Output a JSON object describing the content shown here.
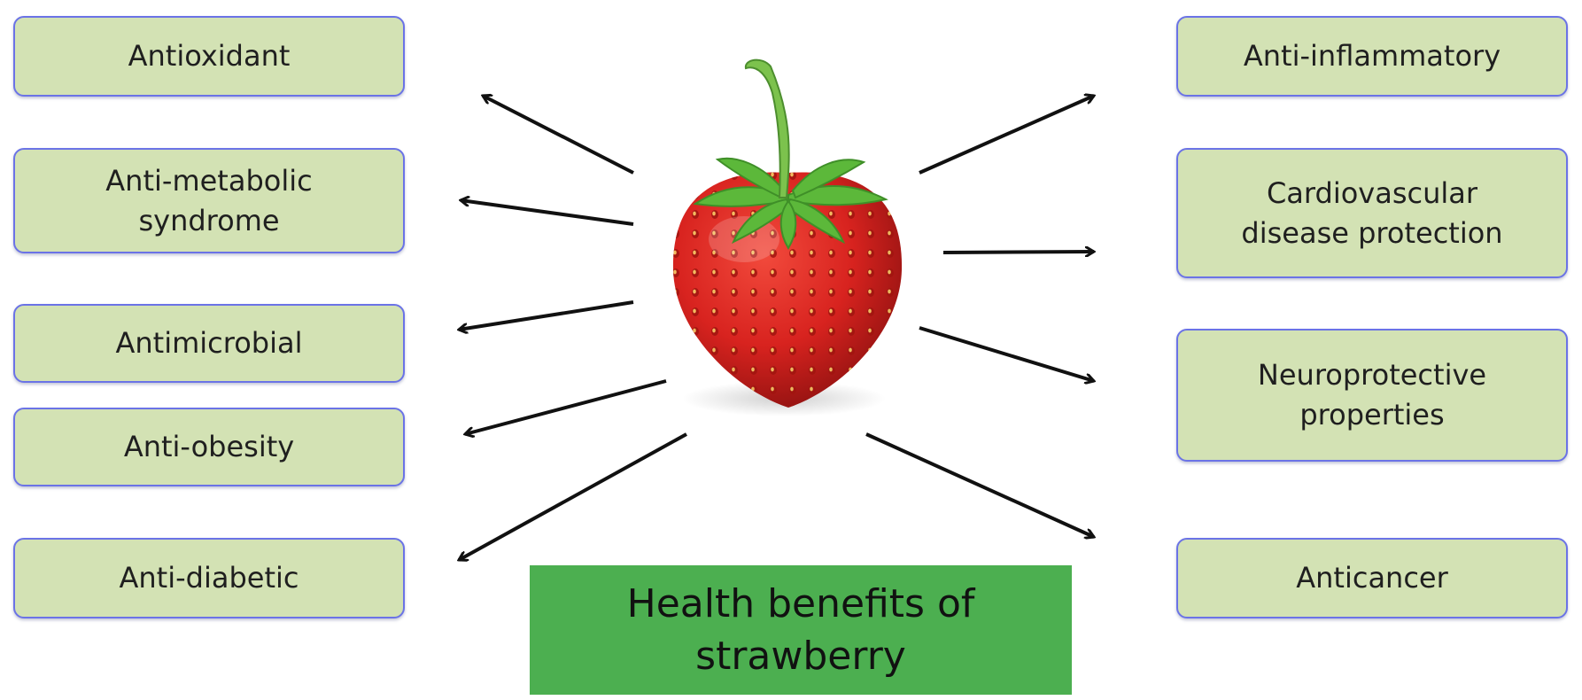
{
  "left_benefits": [
    "Antioxidant",
    "Anti-metabolic\nsyndrome",
    "Antimicrobial",
    "Anti-obesity",
    "Anti-diabetic"
  ],
  "right_benefits": [
    "Anti-inflammatory",
    "Cardiovascular\ndisease protection",
    "Neuroprotective\nproperties",
    "Anticancer"
  ],
  "title": "Health benefits of\nstrawberry",
  "colors": {
    "box_fill": "#d3e2b4",
    "box_border": "#6b73e6",
    "title_fill": "#4caf50",
    "arrow": "#111111",
    "berry": "#d8231f",
    "leaves": "#5cb83a"
  },
  "icons": [
    "strawberry-image",
    "arrow-icon"
  ]
}
